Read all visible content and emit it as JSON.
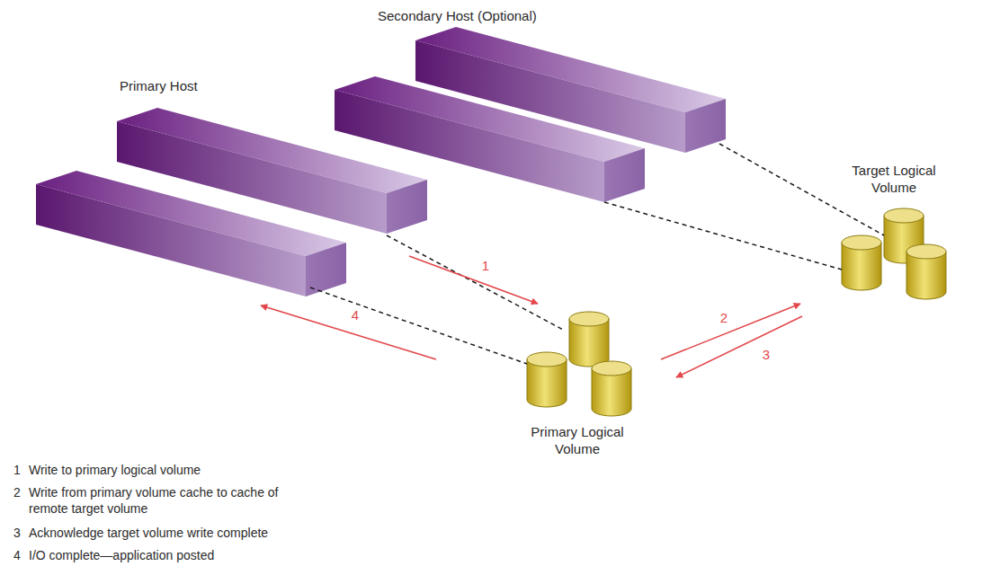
{
  "diagram": {
    "nodes": [
      {
        "text": [
          "Secondary Host (Optional)"
        ]
      },
      {
        "text": [
          "Primary Host"
        ]
      },
      {
        "text": [
          "Target Logical Volume"
        ]
      },
      {
        "text": [
          "Primary Logical Volume"
        ]
      }
    ],
    "edges": [
      {
        "from": 0,
        "to": 2,
        "arrow": "none"
      },
      {
        "from": 0,
        "to": 2,
        "arrow": "none"
      },
      {
        "from": 1,
        "to": 3,
        "arrow": "none"
      },
      {
        "from": 1,
        "to": 3,
        "arrow": "none"
      },
      {
        "from": 1,
        "to": 3,
        "label": "1",
        "arrow": "to"
      },
      {
        "from": 3,
        "to": 2,
        "label": "2",
        "arrow": "to"
      },
      {
        "from": 2,
        "to": 3,
        "label": "3",
        "arrow": "to"
      },
      {
        "from": 3,
        "to": 1,
        "label": "4",
        "arrow": "to"
      }
    ],
    "labels": [
      "1",
      "Write to primary logical volume",
      "2",
      "Write from primary volume cache to cache of remote target volume",
      "3",
      "Acknowledge target volume write complete",
      "4",
      "I/O complete—application posted"
    ]
  }
}
